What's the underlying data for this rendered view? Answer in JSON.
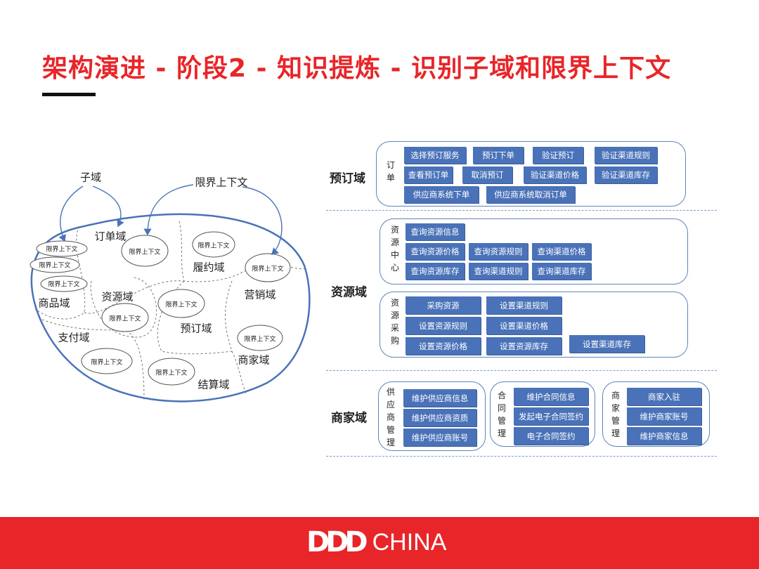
{
  "title": "架构演进 - 阶段2 - 知识提炼 - 识别子域和限界上下文",
  "left_diagram": {
    "callouts": {
      "subdomain": "子域",
      "bounded_context": "限界上下文"
    },
    "domains": {
      "order": "订单域",
      "fulfillment": "履约域",
      "marketing": "营销域",
      "product": "商品域",
      "resource": "资源域",
      "booking": "预订域",
      "payment": "支付域",
      "merchant": "商家域",
      "settlement": "结算域"
    },
    "context_label": "限界上下文"
  },
  "sections": {
    "booking": {
      "label": "预订域",
      "group_label": "订单",
      "buttons": [
        "选择预订服务",
        "预订下单",
        "验证预订",
        "验证渠道规则",
        "查看预订单",
        "取消预订",
        "验证渠道价格",
        "验证渠道库存",
        "供应商系统下单",
        "供应商系统取消订单"
      ]
    },
    "resource": {
      "label": "资源域",
      "center": {
        "group_label": "资源中心",
        "buttons": [
          "查询资源信息",
          "查询资源价格",
          "查询资源规则",
          "查询渠道价格",
          "查询资源库存",
          "查询渠道规则",
          "查询渠道库存"
        ]
      },
      "purchase": {
        "group_label": "资源采购",
        "buttons": [
          "采购资源",
          "设置渠道规则",
          "设置资源规则",
          "设置渠道价格",
          "设置资源价格",
          "设置资源库存",
          "设置渠道库存"
        ]
      }
    },
    "merchant": {
      "label": "商家域",
      "supplier": {
        "group_label": "供应商管理",
        "buttons": [
          "维护供应商信息",
          "维护供应商资质",
          "维护供应商账号"
        ]
      },
      "contract": {
        "group_label": "合同管理",
        "buttons": [
          "维护合同信息",
          "发起电子合同签约",
          "电子合同签约"
        ]
      },
      "merchant_mgmt": {
        "group_label": "商家管理",
        "buttons": [
          "商家入驻",
          "维护商家账号",
          "维护商家信息"
        ]
      }
    }
  },
  "footer": {
    "logo_mark": "DDD",
    "logo_text": "CHINA"
  },
  "colors": {
    "accent_red": "#e8262a",
    "button_blue": "#4a72b8",
    "outline_blue": "#5b85bd"
  }
}
